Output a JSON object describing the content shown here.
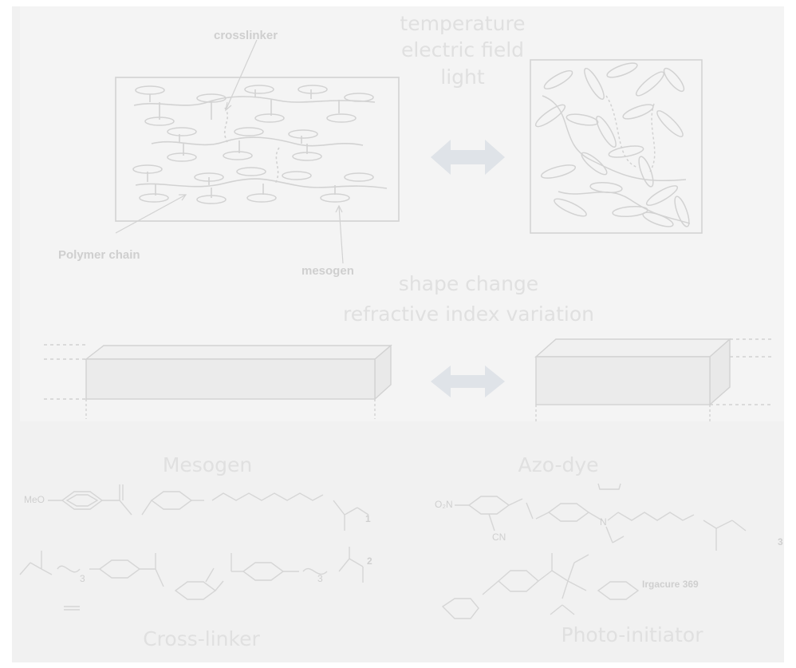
{
  "diagram": {
    "stimuli": [
      "temperature",
      "electric field",
      "light"
    ],
    "top_labels": {
      "crosslinker": "crosslinker",
      "polymer_chain": "Polymer chain",
      "mesogen": "mesogen"
    },
    "responses": [
      "shape change",
      "refractive index variation"
    ],
    "sections": {
      "mesogen": "Mesogen",
      "azo_dye": "Azo-dye",
      "cross_linker": "Cross-linker",
      "photo_initiator": "Photo-initiator"
    },
    "chem_labels": {
      "meo": "MeO",
      "no2": "O₂N",
      "cn": "CN",
      "n": "N",
      "irgacure": "Irgacure 369",
      "num1": "1",
      "num2": "2",
      "num3": "3",
      "sub3a": "3",
      "sub3b": "3"
    },
    "colors": {
      "panel": "#f1f1f1",
      "stroke": "#d2d2d2",
      "arrow": "#dfe3e8",
      "text": "#dedede"
    },
    "icons": {
      "switch_arrow": "double-headed-arrow"
    }
  }
}
